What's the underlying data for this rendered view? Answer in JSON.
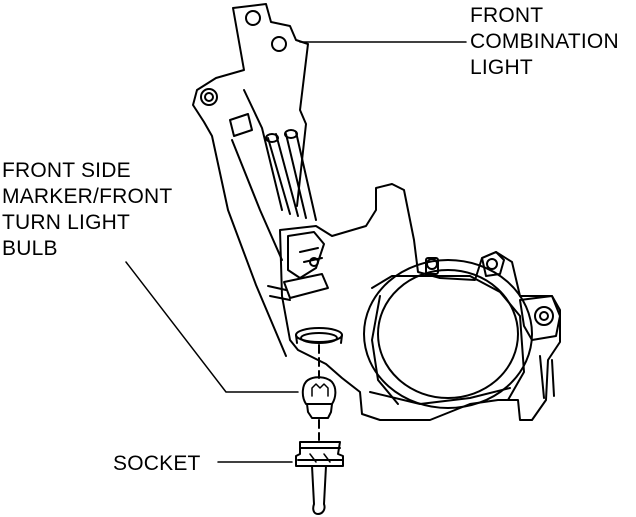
{
  "labels": {
    "front_combination": [
      "FRONT",
      "COMBINATION",
      "LIGHT"
    ],
    "marker_bulb": [
      "FRONT SIDE",
      "MARKER/FRONT",
      "TURN LIGHT",
      "BULB"
    ],
    "socket": [
      "SOCKET"
    ]
  },
  "colors": {
    "line": "#000000",
    "background": "#ffffff"
  }
}
